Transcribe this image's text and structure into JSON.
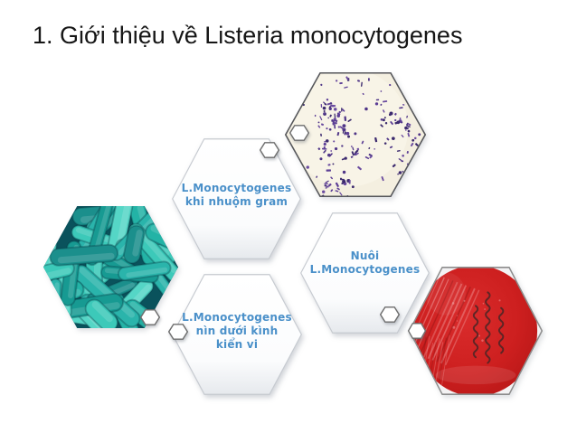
{
  "slide": {
    "title": "1. Giới thiệu về Listeria monocytogenes",
    "title_color": "#161616",
    "background_color": "#ffffff"
  },
  "diagram": {
    "label_color": "#4a90c9",
    "text_nodes": [
      {
        "id": "gram-stain-label",
        "lines": [
          "L.Monocytogenes",
          "khi nhuộm gram"
        ]
      },
      {
        "id": "culture-label",
        "lines": [
          "Nuôi",
          "L.Monocytogenes"
        ]
      },
      {
        "id": "microscope-label",
        "lines": [
          "L.Monocytogenes",
          "nìn dưới kình",
          "kiển vi"
        ]
      }
    ],
    "image_nodes": [
      {
        "id": "sem-micrograph",
        "name": "teal-sem-bacteria-image",
        "palette": {
          "bg": "#0a525c",
          "rods": [
            "#179a92",
            "#23b3a6",
            "#3cc9b9",
            "#1b8f8c",
            "#2ab4ab",
            "#55d6c6"
          ],
          "shadow": "#063c44"
        }
      },
      {
        "id": "gram-stain",
        "name": "gram-stain-micrograph-image",
        "palette": {
          "bg": "#f4efe0",
          "dots": [
            "#4f3587",
            "#5d3f96",
            "#3c2a6e",
            "#6a4b9f"
          ],
          "border": "#55565a"
        }
      },
      {
        "id": "blood-agar",
        "name": "blood-agar-plate-image",
        "palette": {
          "frame": "#f3f2f3",
          "border": "#8d8d8d",
          "plate": [
            "#da2c2c",
            "#cd1f1f",
            "#ba1818",
            "#9c1212"
          ],
          "streak_light": "#ef9a9a",
          "streak_dark": "#8e1616",
          "marks": "#412626"
        }
      }
    ],
    "badge_icon": {
      "name": "hexagon-badge-icon",
      "fill": "#ffffff",
      "stroke": "#6e6e6e"
    }
  }
}
